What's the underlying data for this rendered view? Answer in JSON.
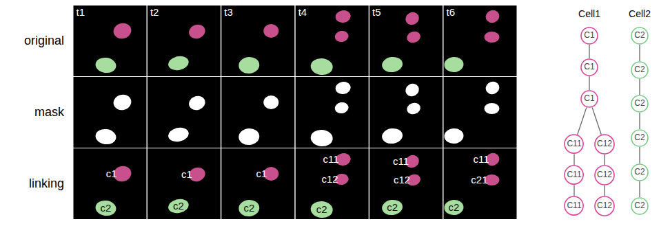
{
  "diagram": {
    "nodes": [
      {
        "text": [
          "C1"
        ]
      },
      {
        "text": [
          "C1"
        ]
      },
      {
        "text": [
          "C1"
        ]
      },
      {
        "text": [
          "C11"
        ]
      },
      {
        "text": [
          "C12"
        ]
      },
      {
        "text": [
          "C11"
        ]
      },
      {
        "text": [
          "C12"
        ]
      },
      {
        "text": [
          "C11"
        ]
      },
      {
        "text": [
          "C12"
        ]
      },
      {
        "text": [
          "C2"
        ]
      },
      {
        "text": [
          "C2"
        ]
      },
      {
        "text": [
          "C2"
        ]
      },
      {
        "text": [
          "C2"
        ]
      },
      {
        "text": [
          "C2"
        ]
      },
      {
        "text": [
          "C2"
        ]
      }
    ],
    "edges": [
      {
        "from": 0,
        "to": 1,
        "arrow": "none"
      },
      {
        "from": 1,
        "to": 2,
        "arrow": "none"
      },
      {
        "from": 2,
        "to": 3,
        "arrow": "none"
      },
      {
        "from": 2,
        "to": 4,
        "arrow": "none"
      },
      {
        "from": 3,
        "to": 5,
        "arrow": "none"
      },
      {
        "from": 4,
        "to": 6,
        "arrow": "none"
      },
      {
        "from": 5,
        "to": 7,
        "arrow": "none"
      },
      {
        "from": 6,
        "to": 8,
        "arrow": "none"
      },
      {
        "from": 9,
        "to": 10,
        "arrow": "none"
      },
      {
        "from": 10,
        "to": 11,
        "arrow": "none"
      },
      {
        "from": 11,
        "to": 12,
        "arrow": "none"
      },
      {
        "from": 12,
        "to": 13,
        "arrow": "none"
      },
      {
        "from": 13,
        "to": 14,
        "arrow": "none"
      }
    ],
    "labels": [
      "original",
      "mask",
      "linking",
      "t1",
      "t2",
      "t3",
      "t4",
      "t5",
      "t6",
      "c1",
      "c2",
      "c1",
      "c2",
      "c1",
      "c2",
      "c11",
      "c12",
      "c2",
      "c11",
      "c12",
      "c2",
      "c11",
      "c21",
      "c2",
      "Cell1",
      "Cell2"
    ]
  }
}
